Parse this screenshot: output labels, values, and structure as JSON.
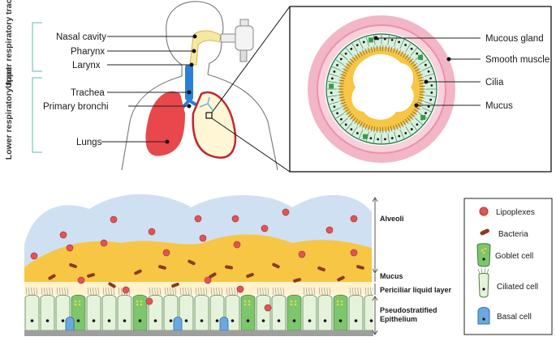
{
  "upper_section": {
    "group_upper": "Upper respiratory tract",
    "group_lower": "Lower respiratory tract",
    "anatomy_labels": [
      "Nasal cavity",
      "Pharynx",
      "Larynx",
      "Trachea",
      "Primary bronchi",
      "Lungs"
    ],
    "crosssection_labels": [
      "Mucous gland",
      "Smooth muscle",
      "Cilia",
      "Mucus"
    ]
  },
  "epithelium_section": {
    "layers": [
      "Alveoli",
      "Mucus",
      "Periciliar liquid layer",
      "Pseudostratified Epithelium"
    ]
  },
  "legend": {
    "items": [
      {
        "label": "Lipoplexes",
        "icon": "lipoplex-icon"
      },
      {
        "label": "Bacteria",
        "icon": "bacteria-icon"
      },
      {
        "label": "Goblet cell",
        "icon": "goblet-cell-icon"
      },
      {
        "label": "Ciliated cell",
        "icon": "ciliated-cell-icon"
      },
      {
        "label": "Basal cell",
        "icon": "basal-cell-icon"
      }
    ]
  },
  "colors": {
    "lung": "#e8474b",
    "smooth_muscle": "#f2b6c6",
    "mucus": "#f6c644",
    "trachea": "#2b7fd6",
    "alveoli": "#cfe0f2",
    "ciliated_cell": "#e6f3dc",
    "goblet_cell": "#7cc66d",
    "basal_cell": "#6aa8e0",
    "lipoplex": "#e05455"
  }
}
